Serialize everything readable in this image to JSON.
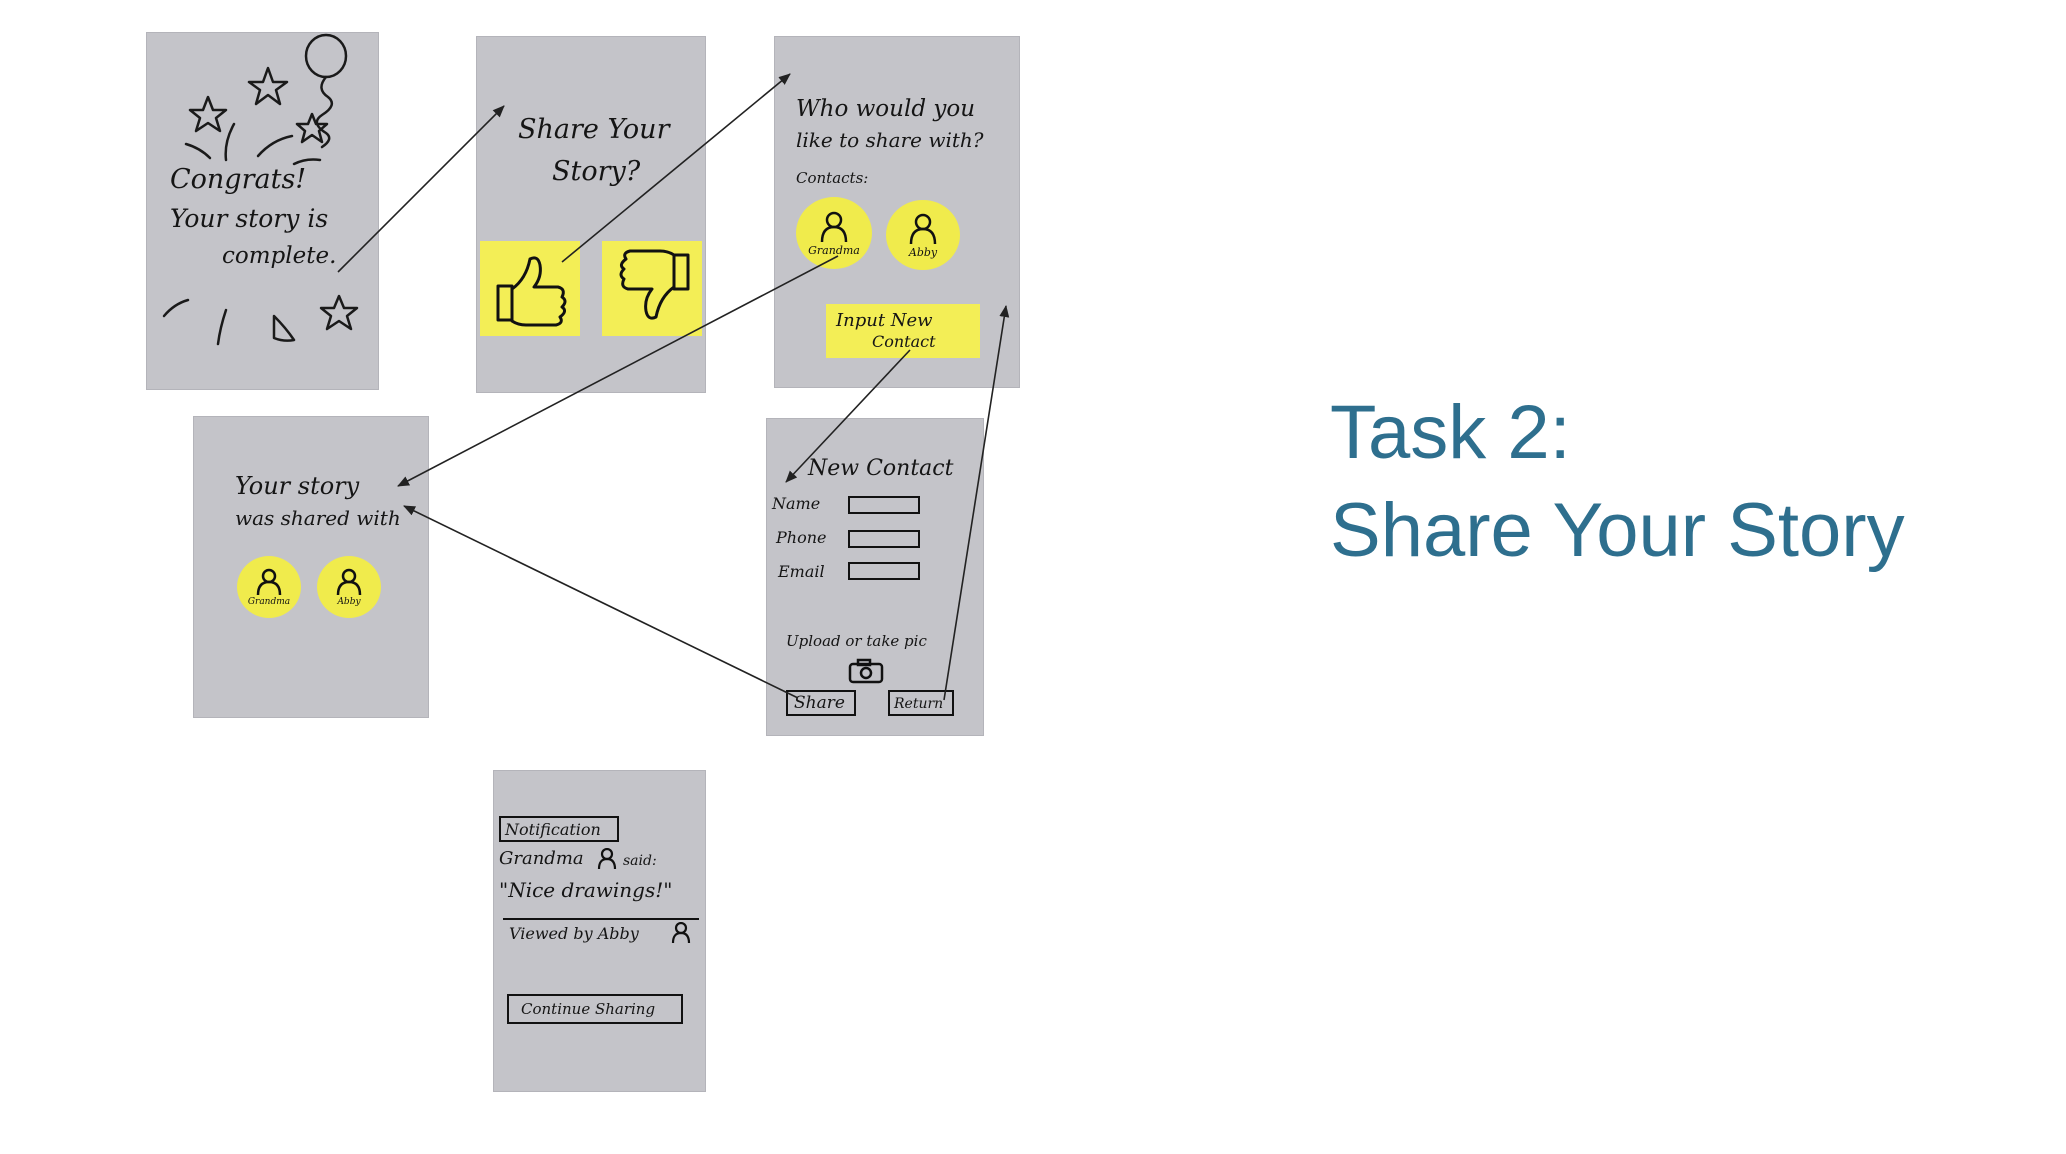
{
  "title": {
    "line1": "Task 2:",
    "line2": "Share Your Story",
    "color": "#2e6f8e"
  },
  "screens": {
    "congrats": {
      "line1": "Congrats!",
      "line2": "Your story is",
      "line3": "complete."
    },
    "share_prompt": {
      "line1": "Share Your",
      "line2": "Story?",
      "yes_icon": "thumbs-up-icon",
      "no_icon": "thumbs-down-icon"
    },
    "choose_contact": {
      "line1": "Who would you",
      "line2": "like to share with?",
      "contacts_label": "Contacts:",
      "contacts": [
        "Grandma",
        "Abby"
      ],
      "new_contact_line1": "Input New",
      "new_contact_line2": "Contact"
    },
    "shared_confirm": {
      "line1": "Your story",
      "line2": "was shared with",
      "contacts": [
        "Grandma",
        "Abby"
      ]
    },
    "new_contact": {
      "heading": "New Contact",
      "name_label": "Name",
      "phone_label": "Phone",
      "email_label": "Email",
      "upload_label": "Upload or take pic",
      "camera_icon": "camera-icon",
      "share_button": "Share",
      "return_button": "Return"
    },
    "notification": {
      "header": "Notification",
      "said_prefix": "Grandma",
      "said_suffix": "said:",
      "quote": "\"Nice drawings!\"",
      "viewed_by": "Viewed by Abby",
      "continue_button": "Continue Sharing"
    }
  },
  "colors": {
    "card": "#c4c4c9",
    "sticky": "#f3ee56",
    "ink": "#151515"
  }
}
